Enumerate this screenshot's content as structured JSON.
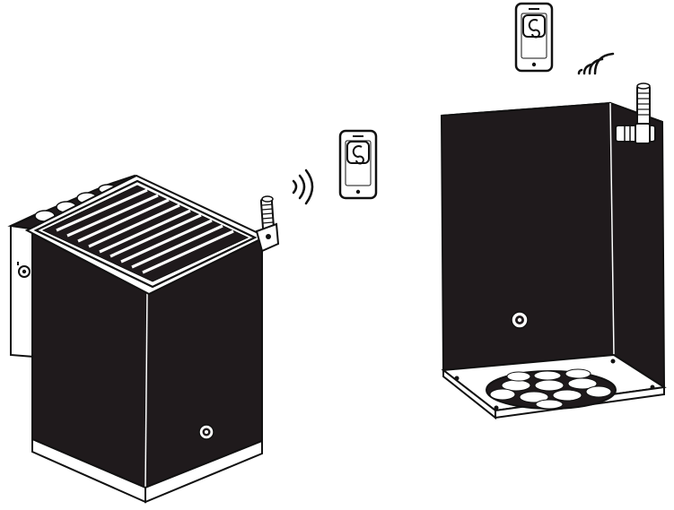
{
  "scene": {
    "colors": {
      "body": "#1f1a1c",
      "outline": "#111111",
      "background": "#ffffff",
      "panel": "#ffffff"
    },
    "devices": [
      {
        "id": "left-fixture",
        "icon": "solar-panel-fixture",
        "antenna": true
      },
      {
        "id": "right-fixture",
        "icon": "downlight-fixture",
        "antenna": true
      }
    ],
    "phones": [
      {
        "id": "phone-left",
        "icon": "app-logo-icon",
        "signal": "wifi-waves-right"
      },
      {
        "id": "phone-right",
        "icon": "app-logo-icon",
        "signal": "wifi-waves-left"
      }
    ]
  }
}
